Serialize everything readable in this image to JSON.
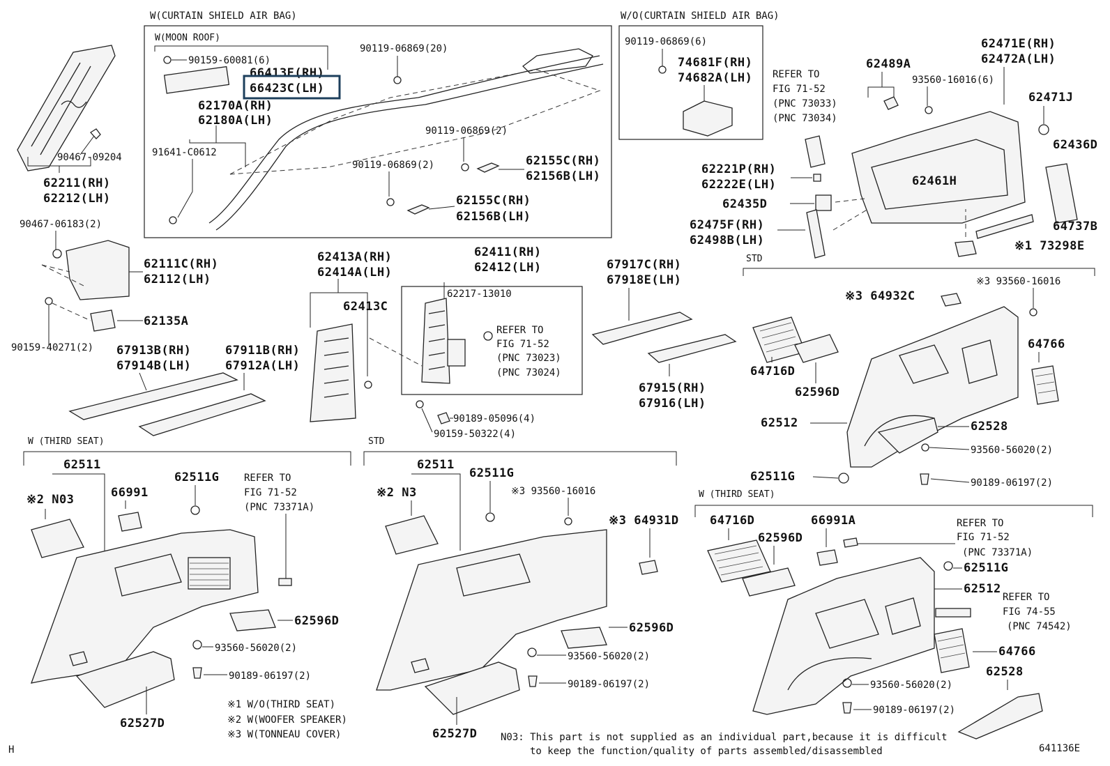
{
  "sections": {
    "w_curtain": "W(CURTAIN SHIELD AIR BAG)",
    "w_moon_roof": "W(MOON ROOF)",
    "wo_curtain": "W/O(CURTAIN SHIELD AIR BAG)",
    "std_right": "STD",
    "w_third_left": "W (THIRD SEAT)",
    "std_mid": "STD",
    "w_third_right": "W (THIRD SEAT)"
  },
  "labels": {
    "p90159_60081": "90159-60081(6)",
    "p66413E": "66413E(RH)",
    "p66423C": "66423C(LH)",
    "p62170A": "62170A(RH)",
    "p62180A": "62180A(LH)",
    "p91641": "91641-C0612",
    "p90119_20": "90119-06869(20)",
    "p90119_2a": "90119-06869(2)",
    "p90119_2b": "90119-06869(2)",
    "p62155C_a": "62155C(RH)",
    "p62156B_a": "62156B(LH)",
    "p62155C_b": "62155C(RH)",
    "p62156B_b": "62156B(LH)",
    "p90119_6": "90119-06869(6)",
    "p74681F": "74681F(RH)",
    "p74682A": "74682A(LH)",
    "p90467_09204": "90467-09204",
    "p62211": "62211(RH)",
    "p62212": "62212(LH)",
    "p90467_06183": "90467-06183(2)",
    "p62111C": "62111C(RH)",
    "p62112": "62112(LH)",
    "p62135A": "62135A",
    "p90159_40271": "90159-40271(2)",
    "p67913B": "67913B(RH)",
    "p67914B": "67914B(LH)",
    "p67911B": "67911B(RH)",
    "p67912A": "67912A(LH)",
    "p62413A": "62413A(RH)",
    "p62414A": "62414A(LH)",
    "p62413C": "62413C",
    "p62411": "62411(RH)",
    "p62412": "62412(LH)",
    "p62217": "62217-13010",
    "refer_a1": "REFER TO",
    "refer_a2": "FIG 71-52",
    "refer_a3": "(PNC 73023)",
    "refer_a4": "(PNC 73024)",
    "p90189_05096": "90189-05096(4)",
    "p90159_50322": "90159-50322(4)",
    "p67917C": "67917C(RH)",
    "p67918E": "67918E(LH)",
    "p67915": "67915(RH)",
    "p67916": "67916(LH)",
    "refer_b1": "REFER TO",
    "refer_b2": "FIG 71-52",
    "refer_b3": "(PNC 73033)",
    "refer_b4": "(PNC 73034)",
    "p62489A": "62489A",
    "p93560_16016_6": "93560-16016(6)",
    "p62471E": "62471E(RH)",
    "p62472A": "62472A(LH)",
    "p62471J": "62471J",
    "p62436D": "62436D",
    "p62461H": "62461H",
    "p62221P": "62221P(RH)",
    "p62222E": "62222E(LH)",
    "p62435D": "62435D",
    "p62475F": "62475F(RH)",
    "p62498B": "62498B(LH)",
    "p64737B": "64737B",
    "p73298E": "※1 73298E",
    "p64932C": "※3 64932C",
    "p93560_16016_r": "※3 93560-16016",
    "p64716D_r": "64716D",
    "p62596D_r": "62596D",
    "p64766_r": "64766",
    "p62512_r": "62512",
    "p62528_r": "62528",
    "p93560_56020_r": "93560-56020(2)",
    "p62511G_r": "62511G",
    "p90189_06197_r": "90189-06197(2)",
    "l_62511": "62511",
    "l_n03": "※2 N03",
    "l_66991": "66991",
    "l_62511G": "62511G",
    "refer_c1": "REFER TO",
    "refer_c2": "FIG 71-52",
    "refer_c3": "(PNC 73371A)",
    "l_62596D": "62596D",
    "l_93560": "93560-56020(2)",
    "l_90189": "90189-06197(2)",
    "l_62527D": "62527D",
    "m_62511": "62511",
    "m_n3": "※2  N3",
    "m_62511G": "62511G",
    "m_93560_16016": "※3 93560-16016",
    "m_64931D": "※3 64931D",
    "m_62596D": "62596D",
    "m_93560": "93560-56020(2)",
    "m_90189": "90189-06197(2)",
    "m_62527D": "62527D",
    "r_64716D": "64716D",
    "r_62596D": "62596D",
    "r_66991A": "66991A",
    "refer_d1": "REFER TO",
    "refer_d2": "FIG 71-52",
    "refer_d3": "(PNC 73371A)",
    "r_62511G": "62511G",
    "r_62512": "62512",
    "refer_e1": "REFER TO",
    "refer_e2": "FIG 74-55",
    "refer_e3": "(PNC 74542)",
    "r_64766": "64766",
    "r_62528": "62528",
    "r_93560": "93560-56020(2)",
    "r_90189": "90189-06197(2)"
  },
  "notes": {
    "n1": "※1 W/O(THIRD SEAT)",
    "n2": "※2 W(WOOFER SPEAKER)",
    "n3": "※3 W(TONNEAU COVER)",
    "n03_line1": "N03: This part is not supplied as an individual part,because it is difficult",
    "n03_line2": "to keep the function/quality of parts assembled/disassembled",
    "corner_h": "H",
    "figure_code": "641136E"
  },
  "highlight_color": "#1d3f5c"
}
